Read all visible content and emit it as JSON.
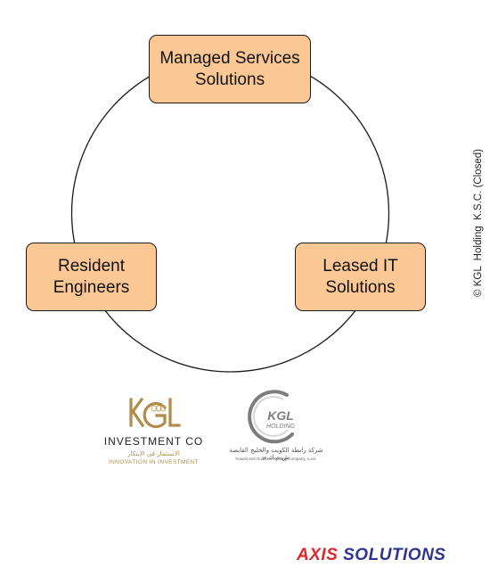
{
  "diagram": {
    "nodes": [
      {
        "id": "managed-services",
        "lines": [
          "Managed Services",
          "Solutions"
        ]
      },
      {
        "id": "resident-engineers",
        "lines": [
          "Resident",
          "Engineers"
        ]
      },
      {
        "id": "leased-it",
        "lines": [
          "Leased IT",
          "Solutions"
        ]
      }
    ],
    "colors": {
      "node_fill": "#fbc895",
      "node_border": "#1a1a1a",
      "cycle_line": "#1a1a1a"
    }
  },
  "copyright": "© KGL  Holding  K.S.C. (Closed)",
  "logos": {
    "kgl_investment": {
      "name": "INVESTMENT CO",
      "arabic": "الاستثمار في الإبتكار",
      "tagline": "INNOVATION IN INVESTMENT",
      "mark_icon": "kgl-gold-letters-icon",
      "color": "#b08b4a"
    },
    "kgl_holding": {
      "mark_text": "KGL",
      "mark_sub": "HOLDING",
      "arabic": "شركة رابطة الكويت والخليج القابضة ش.م.ك.م",
      "english": "Kuwait and Gulf Link Holding Company, s.a.k.",
      "color": "#7d7d7d"
    },
    "axis": {
      "part1": "AXIS",
      "part2": " SOLUTIONS",
      "color1": "#e3262b",
      "color2": "#2f3591"
    }
  }
}
